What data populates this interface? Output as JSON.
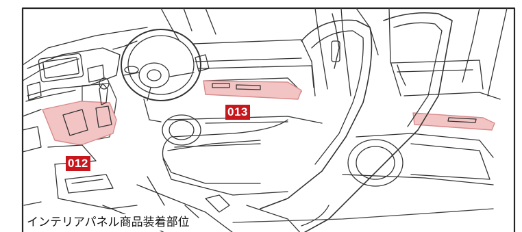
{
  "badges": {
    "b012": "012",
    "b013": "013"
  },
  "caption": "インテリアパネル商品装着部位",
  "colors": {
    "badge": "#c8161d",
    "highlight_fill": "#f2c4c4",
    "highlight_stroke": "#d98a8a",
    "line": "#333333"
  },
  "illustration": {
    "subject": "car-interior-line-drawing"
  }
}
